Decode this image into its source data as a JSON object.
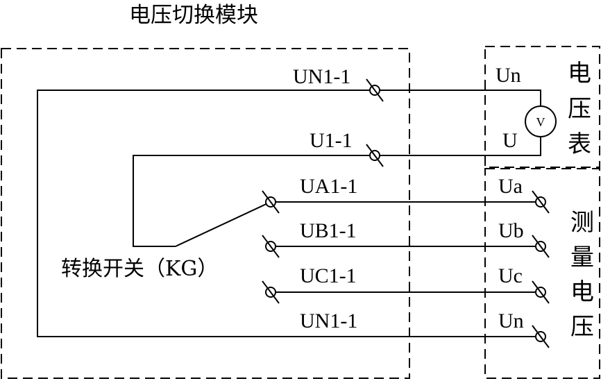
{
  "module_title": "电压切换模块",
  "switch_label": "转换开关（KG）",
  "voltmeter": {
    "title_chars": [
      "电",
      "压",
      "表"
    ],
    "symbol": "V"
  },
  "measure": {
    "title_chars": [
      "测",
      "量",
      "电",
      "压"
    ]
  },
  "terminals_left": [
    {
      "id": "UN1-1-top",
      "label": "UN1-1"
    },
    {
      "id": "U1-1",
      "label": "U1-1"
    },
    {
      "id": "UA1-1",
      "label": "UA1-1"
    },
    {
      "id": "UB1-1",
      "label": "UB1-1"
    },
    {
      "id": "UC1-1",
      "label": "UC1-1"
    },
    {
      "id": "UN1-1-bottom",
      "label": "UN1-1"
    }
  ],
  "terminals_right": [
    {
      "id": "Un-meter",
      "label": "Un"
    },
    {
      "id": "U-meter",
      "label": "U"
    },
    {
      "id": "Ua",
      "label": "Ua"
    },
    {
      "id": "Ub",
      "label": "Ub"
    },
    {
      "id": "Uc",
      "label": "Uc"
    },
    {
      "id": "Un-measure",
      "label": "Un"
    }
  ]
}
